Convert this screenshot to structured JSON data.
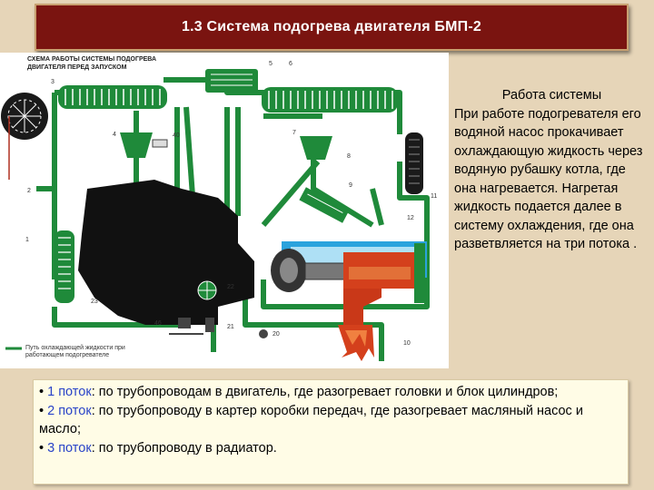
{
  "title": "1.3 Система подогрева двигателя БМП-2",
  "diagram": {
    "caption_line1": "СХЕМА РАБОТЫ СИСТЕМЫ ПОДОГРЕВА",
    "caption_line2": "ДВИГАТЕЛЯ ПЕРЕД ЗАПУСКОМ",
    "legend_line1": "Путь охлаждающей жидкости при",
    "legend_line2": "работающем подогревателе",
    "numbers": [
      "3",
      "5",
      "6",
      "4",
      "40",
      "7",
      "8",
      "9",
      "11",
      "12",
      "2",
      "1",
      "23",
      "22",
      "20",
      "21",
      "46",
      "10"
    ],
    "colors": {
      "pipe": "#1f8a3a",
      "engine": "#111111",
      "water": "#2aa3dd",
      "flame": "#d4401c"
    }
  },
  "description": {
    "heading": "Работа системы",
    "body": "При работе подогревателя его водяной насос прокачивает охлаждающую жидкость через водяную рубашку котла, где она нагревается. Нагретая жидкость подается далее в систему охлаждения, где она разветвляется на три потока ."
  },
  "streams": [
    {
      "bullet": "• ",
      "label": "1 поток",
      "text": ": по трубопроводам в двигатель, где разогревает головки и блок цилиндров;"
    },
    {
      "bullet": "• ",
      "label": "2 поток",
      "text": ": по трубопроводу в картер коробки передач, где разогревает масляный насос и масло;"
    },
    {
      "bullet": "• ",
      "label": "3 поток",
      "text": ": по трубопроводу в радиатор."
    }
  ]
}
